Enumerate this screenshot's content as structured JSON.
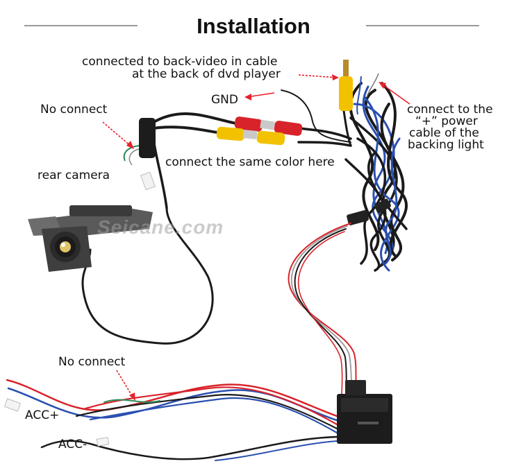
{
  "title": "Installation",
  "labels": {
    "back_video_1": "connected to back-video in cable",
    "back_video_2": "at the back of dvd player",
    "gnd": "GND",
    "no_connect_top": "No connect",
    "power_1": "connect to the",
    "power_2": "“+” power",
    "power_3": "cable of the",
    "power_4": "backing light",
    "same_color": "connect the same color here",
    "rear_camera": "rear camera",
    "no_connect_bottom": "No connect",
    "acc_plus": "ACC+",
    "acc_minus": "ACC-"
  },
  "watermark": "Seicane.com",
  "colors": {
    "arrow": "#e8212a",
    "cable_red": "#d8232a",
    "cable_yellow": "#f2c200",
    "cable_black": "#1a1a1a",
    "cable_blue": "#2a4fb0",
    "camera_body": "#4a4a4a"
  }
}
